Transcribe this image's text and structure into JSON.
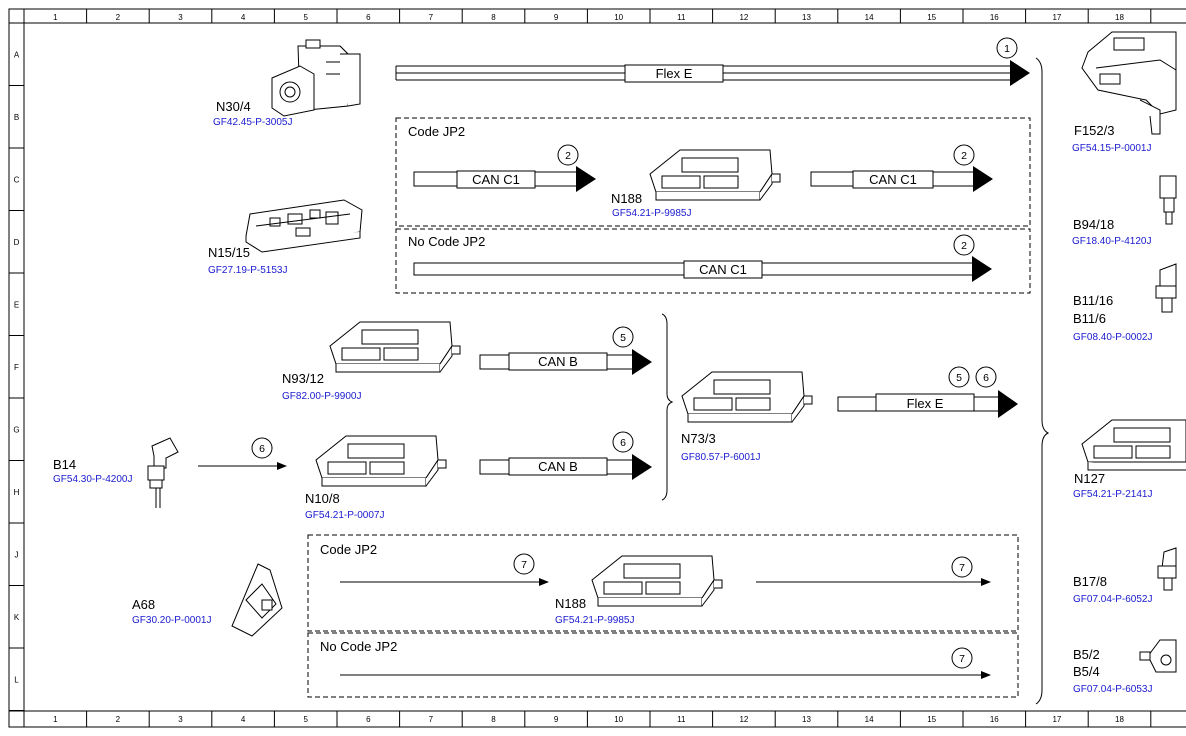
{
  "ruler": {
    "columns": [
      "1",
      "2",
      "3",
      "4",
      "5",
      "6",
      "7",
      "8",
      "9",
      "10",
      "11",
      "12",
      "13",
      "14",
      "15",
      "16",
      "17",
      "18"
    ],
    "rows": [
      "A",
      "B",
      "C",
      "D",
      "E",
      "F",
      "G",
      "H",
      "J",
      "K",
      "L"
    ]
  },
  "components": {
    "n30_4": {
      "label": "N30/4",
      "ref": "GF42.45-P-3005J"
    },
    "n15_15": {
      "label": "N15/15",
      "ref": "GF27.19-P-5153J"
    },
    "n93_12": {
      "label": "N93/12",
      "ref": "GF82.00-P-9900J"
    },
    "n10_8": {
      "label": "N10/8",
      "ref": "GF54.21-P-0007J"
    },
    "b14": {
      "label": "B14",
      "ref": "GF54.30-P-4200J"
    },
    "a68": {
      "label": "A68",
      "ref": "GF30.20-P-0001J"
    },
    "n188_top": {
      "label": "N188",
      "ref": "GF54.21-P-9985J"
    },
    "n188_bottom": {
      "label": "N188",
      "ref": "GF54.21-P-9985J"
    },
    "n73_3": {
      "label": "N73/3",
      "ref": "GF80.57-P-6001J"
    },
    "f152_3": {
      "label": "F152/3",
      "ref": "GF54.15-P-0001J"
    },
    "b94_18": {
      "label": "B94/18",
      "ref": "GF18.40-P-4120J"
    },
    "b11": {
      "label1": "B11/16",
      "label2": "B11/6",
      "ref": "GF08.40-P-0002J"
    },
    "n127": {
      "label": "N127",
      "ref": "GF54.21-P-2141J"
    },
    "b17_8": {
      "label": "B17/8",
      "ref": "GF07.04-P-6052J"
    },
    "b5": {
      "label1": "B5/2",
      "label2": "B5/4",
      "ref": "GF07.04-P-6053J"
    }
  },
  "groups": {
    "code_jp2_top": "Code JP2",
    "no_code_jp2_top": "No Code JP2",
    "code_jp2_bottom": "Code JP2",
    "no_code_jp2_bottom": "No Code JP2"
  },
  "buses": {
    "flex_e_top": "Flex E",
    "can_c1_left": "CAN C1",
    "can_c1_right": "CAN C1",
    "can_c1_nocode": "CAN C1",
    "can_b_upper": "CAN B",
    "can_b_lower": "CAN B",
    "flex_e_mid": "Flex E"
  },
  "markers": {
    "m1": "1",
    "m2a": "2",
    "m2b": "2",
    "m2c": "2",
    "m5a": "5",
    "m6a": "6",
    "m5b": "5",
    "m6b": "6",
    "m6c": "6",
    "m7a": "7",
    "m7b": "7",
    "m7c": "7"
  }
}
